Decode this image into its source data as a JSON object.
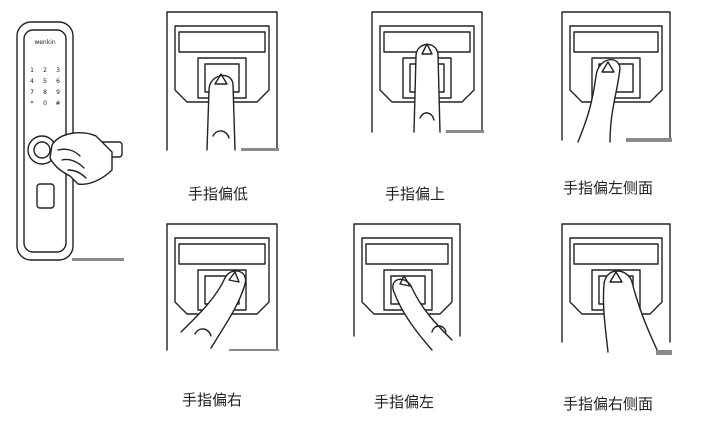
{
  "lock": {
    "brand": "wenkin",
    "keys": [
      "1",
      "2",
      "3",
      "4",
      "5",
      "6",
      "7",
      "8",
      "9",
      "*",
      "0",
      "#"
    ]
  },
  "panels": [
    {
      "caption": "手指偏低"
    },
    {
      "caption": "手指偏上"
    },
    {
      "caption": "手指偏左侧面"
    },
    {
      "caption": "手指偏右"
    },
    {
      "caption": "手指偏左"
    },
    {
      "caption": "手指偏右侧面"
    }
  ]
}
